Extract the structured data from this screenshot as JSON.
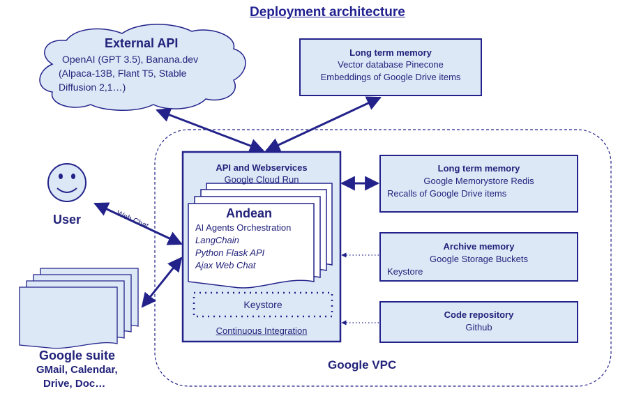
{
  "title": "Deployment architecture",
  "colors": {
    "stroke": "#22228a",
    "fill": "#dde8f7",
    "text": "#22227a"
  },
  "external_api": {
    "title": "External API",
    "lines": [
      "OpenAI (GPT 3.5), Banana.dev",
      "(Alpaca-13B, Flant T5, Stable",
      "Diffusion 2,1…)"
    ]
  },
  "long_term_memory_top": {
    "title": "Long term memory",
    "lines": [
      "Vector database Pinecone",
      "Embeddings of Google Drive items"
    ]
  },
  "api_webservices": {
    "title": "API and Webservices",
    "subtitle": "Google Cloud Run",
    "keystore": "Keystore",
    "ci": "Continuous Integration"
  },
  "andean": {
    "title": "Andean",
    "lines": [
      "AI Agents Orchestration",
      "LangChain",
      "Python Flask API",
      "Ajax Web Chat"
    ]
  },
  "long_term_memory_right": {
    "title": "Long term memory",
    "lines": [
      "Google Memorystore Redis",
      "Recalls of Google Drive items"
    ]
  },
  "archive_memory": {
    "title": "Archive memory",
    "lines": [
      "Google Storage Buckets",
      "Keystore"
    ]
  },
  "code_repository": {
    "title": "Code repository",
    "lines": [
      "Github"
    ]
  },
  "user": {
    "label": "User",
    "icon": "smiley-icon"
  },
  "web_chat_label": "Web Chat",
  "google_suite": {
    "title": "Google suite",
    "lines": [
      "GMail, Calendar,",
      "Drive, Doc…"
    ],
    "icon": "document-stack-icon"
  },
  "vpc_label": "Google VPC"
}
